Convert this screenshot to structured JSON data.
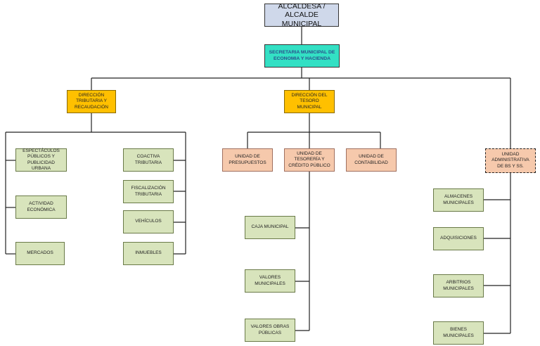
{
  "colors": {
    "top": "#cfd8ea",
    "secretaria": "#33e0c4",
    "direccion": "#ffc000",
    "unidad": "#f6c9ac",
    "item": "#d8e4bc",
    "line": "#222222"
  },
  "nodes": {
    "alcaldesa": "ALCALDESA /\nALCALDE MUNICIPAL",
    "secretaria": "SECRETARIA MUNICIPAL DE\nECONOMIA Y HACIENDA",
    "direccion_tributaria": "DIRECCIÓN\nTRIBUTARIA Y\nRECAUDACIÓN",
    "direccion_tesoro": "DIRECCIÓN DEL\nTESORO MUNICIPAL",
    "unidad_administrativa": "UNIDAD\nADMINISTRATIVA\nDE Bs y Ss.",
    "espectaculos": "ESPECTÁCULOS\nPÚBLICOS Y\nPUBLICIDAD URBANA",
    "actividad": "ACTIVIDAD\nECONÓMICA",
    "mercados": "MERCADOS",
    "coactiva": "COACTIVA\nTRIBUTARIA",
    "fiscalizacion": "FISCALIZACIÓN\nTRIBUTARIA",
    "vehiculos": "VEHÍCULOS",
    "inmuebles": "INMUEBLES",
    "presupuestos": "UNIDAD DE\nPRESUPUESTOS",
    "tesoreria": "UNIDAD DE\nTESORERÍA Y\nCRÉDITO PÚBLICO",
    "contabilidad": "UNIDAD DE\nCONTABILIDAD",
    "caja": "CAJA MUNICIPAL",
    "valores": "VALORES\nMUNICIPALES",
    "valores_obras": "VALORES OBRAS\nPÚBLICAS",
    "almacenes": "ALMACENES\nMUNICIPALES",
    "adquisiciones": "ADQUISICIONES",
    "arbitrios": "ARBITRIOS\nMUNICIPALES",
    "bienes": "BIENES MUNICIPALES"
  }
}
